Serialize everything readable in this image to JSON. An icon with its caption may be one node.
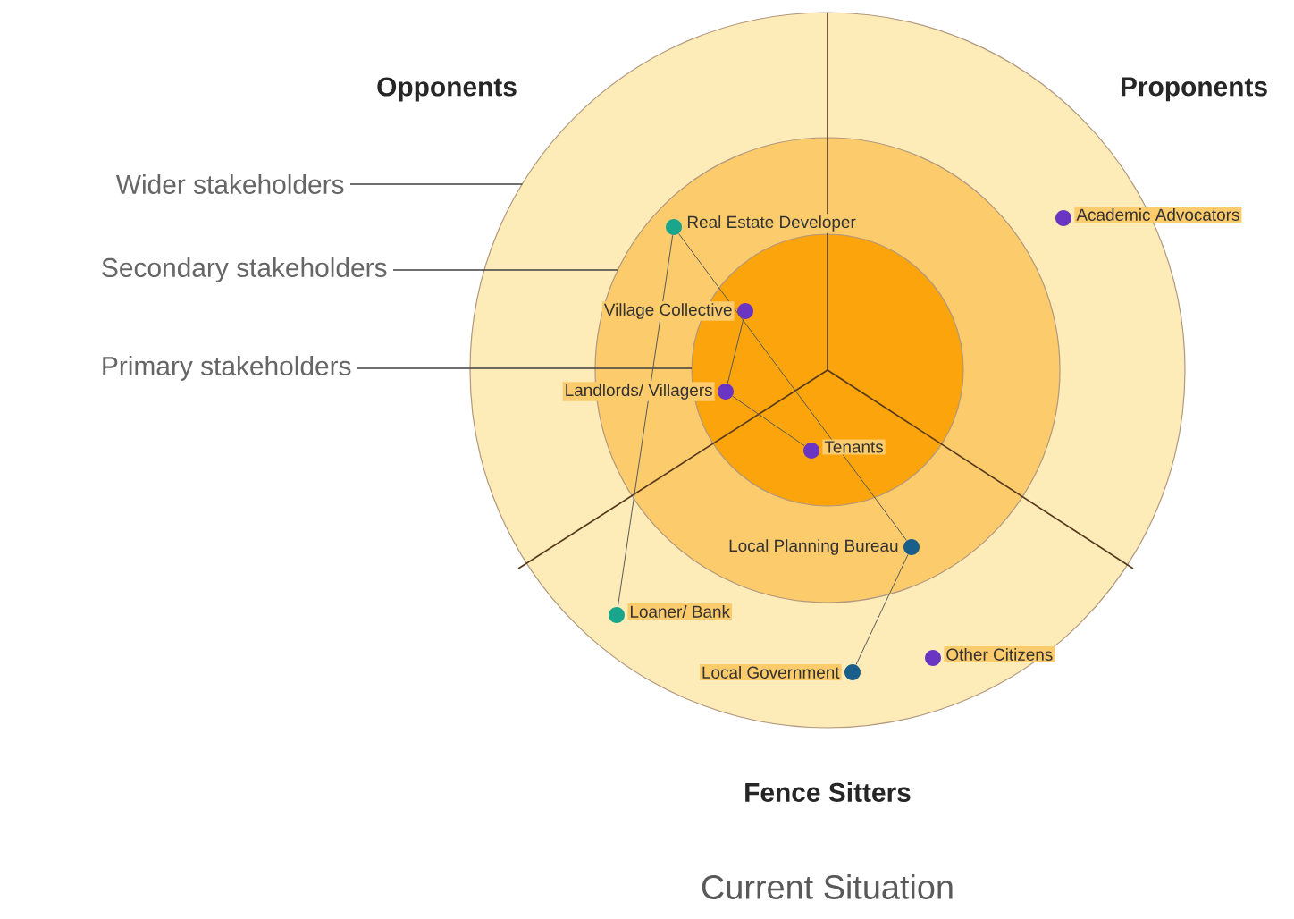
{
  "diagram": {
    "caption": "Current Situation",
    "nodes": [
      {
        "text": [],
        "shape": "circle"
      },
      {
        "text": [],
        "shape": "circle",
        "in": 0
      },
      {
        "text": [],
        "shape": "circle",
        "in": 1
      },
      {
        "text": [
          "Wider stakeholders"
        ]
      },
      {
        "text": [
          "Secondary stakeholders"
        ]
      },
      {
        "text": [
          "Primary stakeholders"
        ]
      },
      {
        "text": [
          "Real Estate Developer"
        ],
        "in": 1
      },
      {
        "text": [
          "Academic Advocators"
        ],
        "in": 0
      },
      {
        "text": [
          "Village Collective"
        ],
        "in": 2
      },
      {
        "text": [
          "Landlords/ Villagers"
        ],
        "in": 2
      },
      {
        "text": [
          "Tenants"
        ],
        "in": 2
      },
      {
        "text": [
          "Local Planning Bureau"
        ],
        "in": 1
      },
      {
        "text": [
          "Loaner/ Bank"
        ],
        "in": 0
      },
      {
        "text": [
          "Local Government"
        ],
        "in": 0
      },
      {
        "text": [
          "Other Citizens"
        ],
        "in": 0
      }
    ],
    "edges": [
      {
        "from": 3,
        "to": 0,
        "arrow": "none"
      },
      {
        "from": 4,
        "to": 1,
        "arrow": "none"
      },
      {
        "from": 5,
        "to": 2,
        "arrow": "none"
      },
      {
        "from": 6,
        "to": 12,
        "arrow": "none"
      },
      {
        "from": 6,
        "to": 11,
        "arrow": "none"
      },
      {
        "from": 8,
        "to": 9,
        "arrow": "none"
      },
      {
        "from": 9,
        "to": 10,
        "arrow": "none"
      },
      {
        "from": 11,
        "to": 13,
        "arrow": "none"
      }
    ],
    "labels": [
      "Opponents",
      "Proponents",
      "Fence Sitters"
    ]
  }
}
